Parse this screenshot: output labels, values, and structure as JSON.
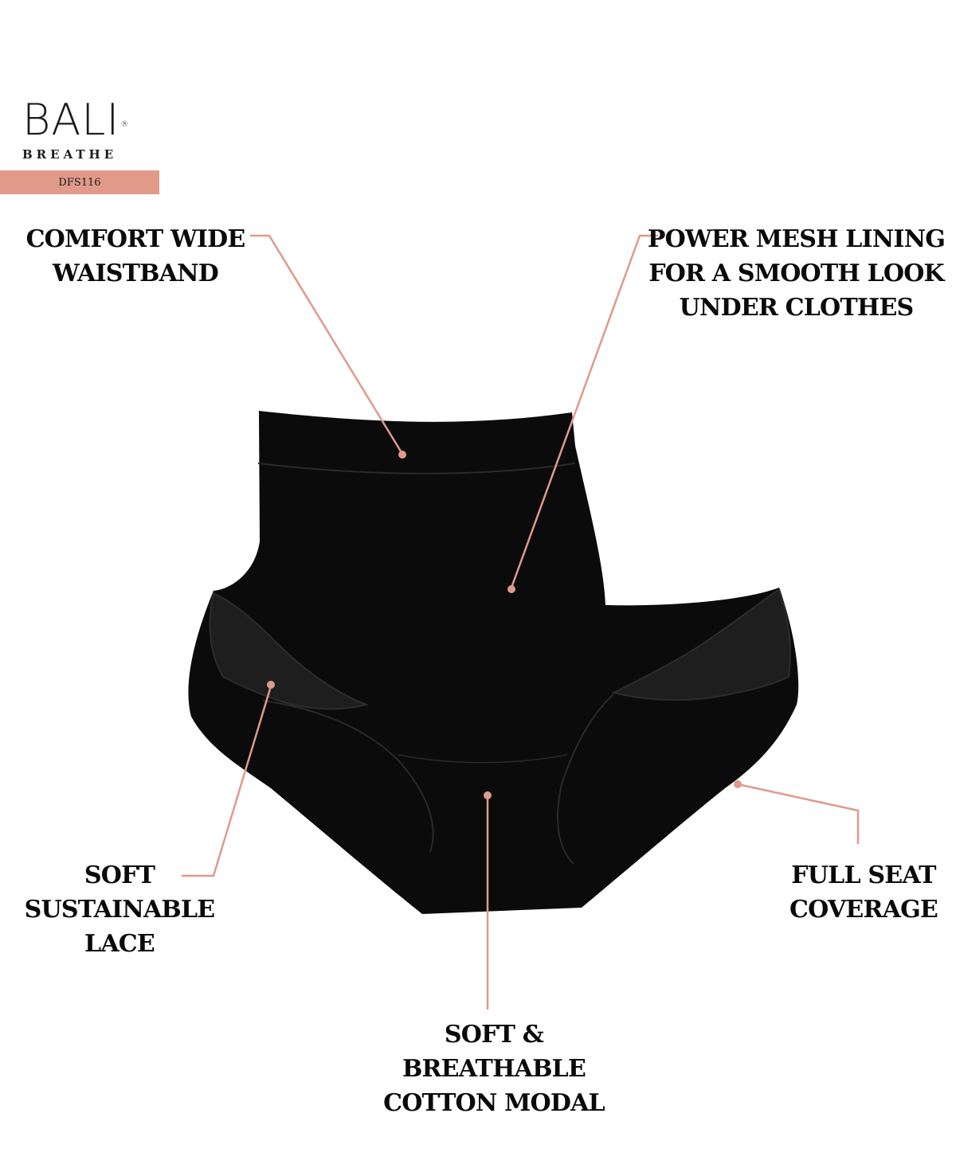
{
  "brand": {
    "name": "BALI",
    "registered_mark": "®",
    "subline": "BREATHE",
    "style_code": "DFS116"
  },
  "callouts": {
    "waistband": "COMFORT WIDE\nWAISTBAND",
    "mesh": "POWER MESH LINING\nFOR A SMOOTH LOOK\nUNDER CLOTHES",
    "lace": "SOFT\nSUSTAINABLE\nLACE",
    "seat": "FULL SEAT\nCOVERAGE",
    "cotton": "SOFT & BREATHABLE\nCOTTON MODAL"
  },
  "colors": {
    "accent": "#e09a8a",
    "garment": "#0b0b0b",
    "text": "#0a0a0a"
  }
}
